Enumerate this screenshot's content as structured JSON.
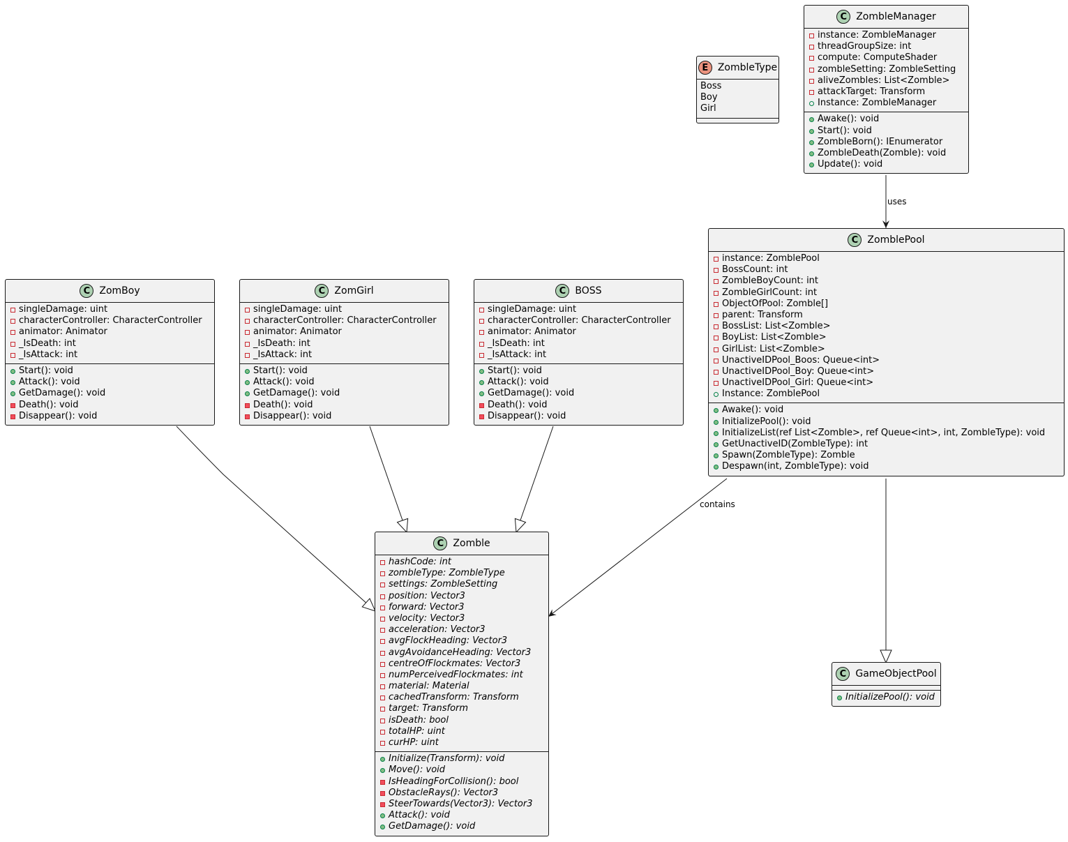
{
  "classes": [
    {
      "id": "zombiemanager",
      "kind": "class",
      "name": "ZombleManager",
      "fields": [
        {
          "v": "private",
          "t": "instance: ZombleManager"
        },
        {
          "v": "private",
          "t": "threadGroupSize: int"
        },
        {
          "v": "private",
          "t": "compute: ComputeShader"
        },
        {
          "v": "private",
          "t": "zombleSetting: ZombleSetting"
        },
        {
          "v": "private",
          "t": "aliveZombles: List<Zomble>"
        },
        {
          "v": "private",
          "t": "attackTarget: Transform"
        },
        {
          "v": "public",
          "t": "Instance: ZombleManager"
        }
      ],
      "methods": [
        {
          "v": "public",
          "t": "Awake(): void"
        },
        {
          "v": "public",
          "t": "Start(): void"
        },
        {
          "v": "public",
          "t": "ZombleBorn(): IEnumerator"
        },
        {
          "v": "public",
          "t": "ZombleDeath(Zomble): void"
        },
        {
          "v": "public",
          "t": "Update(): void"
        }
      ]
    },
    {
      "id": "zombletype",
      "kind": "enum",
      "name": "ZombleType",
      "fields": [
        {
          "t": "Boss"
        },
        {
          "t": "Boy"
        },
        {
          "t": "Girl"
        }
      ],
      "methods": []
    },
    {
      "id": "zomblepool",
      "kind": "class",
      "name": "ZomblePool",
      "fields": [
        {
          "v": "private",
          "t": "instance: ZomblePool"
        },
        {
          "v": "private",
          "t": "BossCount: int"
        },
        {
          "v": "private",
          "t": "ZombleBoyCount: int"
        },
        {
          "v": "private",
          "t": "ZombleGirlCount: int"
        },
        {
          "v": "private",
          "t": "ObjectOfPool: Zomble[]"
        },
        {
          "v": "private",
          "t": "parent: Transform"
        },
        {
          "v": "private",
          "t": "BossList: List<Zomble>"
        },
        {
          "v": "private",
          "t": "BoyList: List<Zomble>"
        },
        {
          "v": "private",
          "t": "GirlList: List<Zomble>"
        },
        {
          "v": "private",
          "t": "UnactiveIDPool_Boos: Queue<int>"
        },
        {
          "v": "private",
          "t": "UnactiveIDPool_Boy: Queue<int>"
        },
        {
          "v": "private",
          "t": "UnactiveIDPool_Girl: Queue<int>"
        },
        {
          "v": "public",
          "t": "Instance: ZomblePool"
        }
      ],
      "methods": [
        {
          "v": "public",
          "t": "Awake(): void"
        },
        {
          "v": "public",
          "t": "InitializePool(): void"
        },
        {
          "v": "public",
          "t": "InitializeList(ref List<Zomble>, ref Queue<int>, int, ZombleType): void"
        },
        {
          "v": "public",
          "t": "GetUnactiveID(ZombleType): int"
        },
        {
          "v": "public",
          "t": "Spawn(ZombleType): Zomble"
        },
        {
          "v": "public",
          "t": "Despawn(int, ZombleType): void"
        }
      ]
    },
    {
      "id": "zomboy",
      "kind": "class",
      "name": "ZomBoy",
      "fields": [
        {
          "v": "private",
          "t": "singleDamage: uint"
        },
        {
          "v": "private",
          "t": "characterController: CharacterController"
        },
        {
          "v": "private",
          "t": "animator: Animator"
        },
        {
          "v": "private",
          "t": "_IsDeath: int"
        },
        {
          "v": "private",
          "t": "_IsAttack: int"
        }
      ],
      "methods": [
        {
          "v": "public",
          "t": "Start(): void"
        },
        {
          "v": "public",
          "t": "Attack(): void"
        },
        {
          "v": "public",
          "t": "GetDamage(): void"
        },
        {
          "v": "private",
          "t": "Death(): void"
        },
        {
          "v": "private",
          "t": "Disappear(): void"
        }
      ]
    },
    {
      "id": "zomgirl",
      "kind": "class",
      "name": "ZomGirl",
      "fields": [
        {
          "v": "private",
          "t": "singleDamage: uint"
        },
        {
          "v": "private",
          "t": "characterController: CharacterController"
        },
        {
          "v": "private",
          "t": "animator: Animator"
        },
        {
          "v": "private",
          "t": "_IsDeath: int"
        },
        {
          "v": "private",
          "t": "_IsAttack: int"
        }
      ],
      "methods": [
        {
          "v": "public",
          "t": "Start(): void"
        },
        {
          "v": "public",
          "t": "Attack(): void"
        },
        {
          "v": "public",
          "t": "GetDamage(): void"
        },
        {
          "v": "private",
          "t": "Death(): void"
        },
        {
          "v": "private",
          "t": "Disappear(): void"
        }
      ]
    },
    {
      "id": "boss",
      "kind": "class",
      "name": "BOSS",
      "fields": [
        {
          "v": "private",
          "t": "singleDamage: uint"
        },
        {
          "v": "private",
          "t": "characterController: CharacterController"
        },
        {
          "v": "private",
          "t": "animator: Animator"
        },
        {
          "v": "private",
          "t": "_IsDeath: int"
        },
        {
          "v": "private",
          "t": "_IsAttack: int"
        }
      ],
      "methods": [
        {
          "v": "public",
          "t": "Start(): void"
        },
        {
          "v": "public",
          "t": "Attack(): void"
        },
        {
          "v": "public",
          "t": "GetDamage(): void"
        },
        {
          "v": "private",
          "t": "Death(): void"
        },
        {
          "v": "private",
          "t": "Disappear(): void"
        }
      ]
    },
    {
      "id": "zomble",
      "kind": "class",
      "name": "Zomble",
      "fields": [
        {
          "v": "private",
          "t": "hashCode: int",
          "abs": true
        },
        {
          "v": "private",
          "t": "zombleType: ZombleType",
          "abs": true
        },
        {
          "v": "private",
          "t": "settings: ZombleSetting",
          "abs": true
        },
        {
          "v": "private",
          "t": "position: Vector3",
          "abs": true
        },
        {
          "v": "private",
          "t": "forward: Vector3",
          "abs": true
        },
        {
          "v": "private",
          "t": "velocity: Vector3",
          "abs": true
        },
        {
          "v": "private",
          "t": "acceleration: Vector3",
          "abs": true
        },
        {
          "v": "private",
          "t": "avgFlockHeading: Vector3",
          "abs": true
        },
        {
          "v": "private",
          "t": "avgAvoidanceHeading: Vector3",
          "abs": true
        },
        {
          "v": "private",
          "t": "centreOfFlockmates: Vector3",
          "abs": true
        },
        {
          "v": "private",
          "t": "numPerceivedFlockmates: int",
          "abs": true
        },
        {
          "v": "private",
          "t": "material: Material",
          "abs": true
        },
        {
          "v": "private",
          "t": "cachedTransform: Transform",
          "abs": true
        },
        {
          "v": "private",
          "t": "target: Transform",
          "abs": true
        },
        {
          "v": "private",
          "t": "isDeath: bool",
          "abs": true
        },
        {
          "v": "private",
          "t": "totalHP: uint",
          "abs": true
        },
        {
          "v": "private",
          "t": "curHP: uint",
          "abs": true
        }
      ],
      "methods": [
        {
          "v": "public",
          "t": "Initialize(Transform): void",
          "abs": true
        },
        {
          "v": "public",
          "t": "Move(): void",
          "abs": true
        },
        {
          "v": "private",
          "t": "IsHeadingForCollision(): bool",
          "abs": true
        },
        {
          "v": "private",
          "t": "ObstacleRays(): Vector3",
          "abs": true
        },
        {
          "v": "private",
          "t": "SteerTowards(Vector3): Vector3",
          "abs": true
        },
        {
          "v": "public",
          "t": "Attack(): void",
          "abs": true
        },
        {
          "v": "public",
          "t": "GetDamage(): void",
          "abs": true
        }
      ]
    },
    {
      "id": "gameobjectpool",
      "kind": "class",
      "name": "GameObjectPool",
      "fields": [],
      "methods": [
        {
          "v": "public",
          "t": "InitializePool(): void",
          "abs": true
        }
      ]
    }
  ],
  "relations": [
    {
      "from": "ZombleManager",
      "to": "ZomblePool",
      "type": "association",
      "label": "uses"
    },
    {
      "from": "ZomblePool",
      "to": "Zomble",
      "type": "association",
      "label": "contains"
    },
    {
      "from": "ZomblePool",
      "to": "GameObjectPool",
      "type": "generalization",
      "label": ""
    },
    {
      "from": "ZomBoy",
      "to": "Zomble",
      "type": "generalization",
      "label": ""
    },
    {
      "from": "ZomGirl",
      "to": "Zomble",
      "type": "generalization",
      "label": ""
    },
    {
      "from": "BOSS",
      "to": "Zomble",
      "type": "generalization",
      "label": ""
    }
  ]
}
